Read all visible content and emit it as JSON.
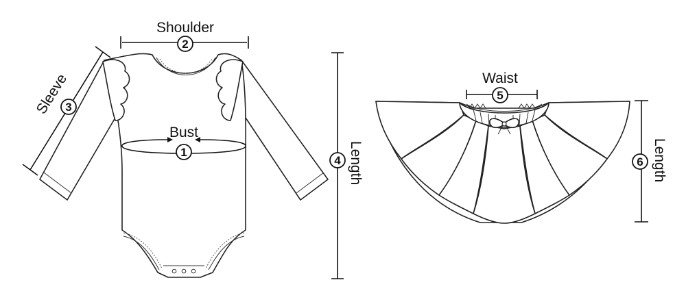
{
  "measurements": [
    {
      "number": "1",
      "label": "Bust"
    },
    {
      "number": "2",
      "label": "Shoulder"
    },
    {
      "number": "3",
      "label": "Sleeve"
    },
    {
      "number": "4",
      "label": "Length"
    },
    {
      "number": "5",
      "label": "Waist"
    },
    {
      "number": "6",
      "label": "Length"
    }
  ]
}
